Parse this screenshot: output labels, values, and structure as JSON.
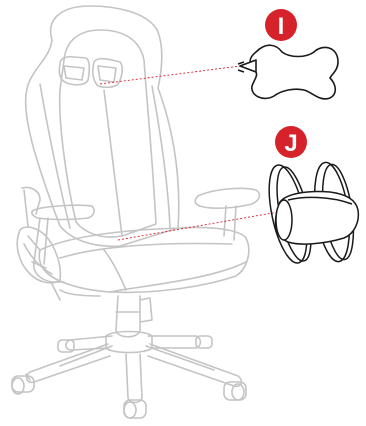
{
  "callouts": [
    {
      "id": "pillow",
      "letter": "I"
    },
    {
      "id": "lumbar",
      "letter": "J"
    }
  ],
  "colors": {
    "chair_outline": "#c4c4c4",
    "part_outline": "#1a1a1a",
    "callout_fill": "#d6222a",
    "callout_text": "#ffffff",
    "leader_line": "#d6222a"
  },
  "icons": {
    "chair": "gaming-chair-line-art",
    "pillow": "head-pillow",
    "lumbar": "lumbar-cushion-with-straps"
  }
}
